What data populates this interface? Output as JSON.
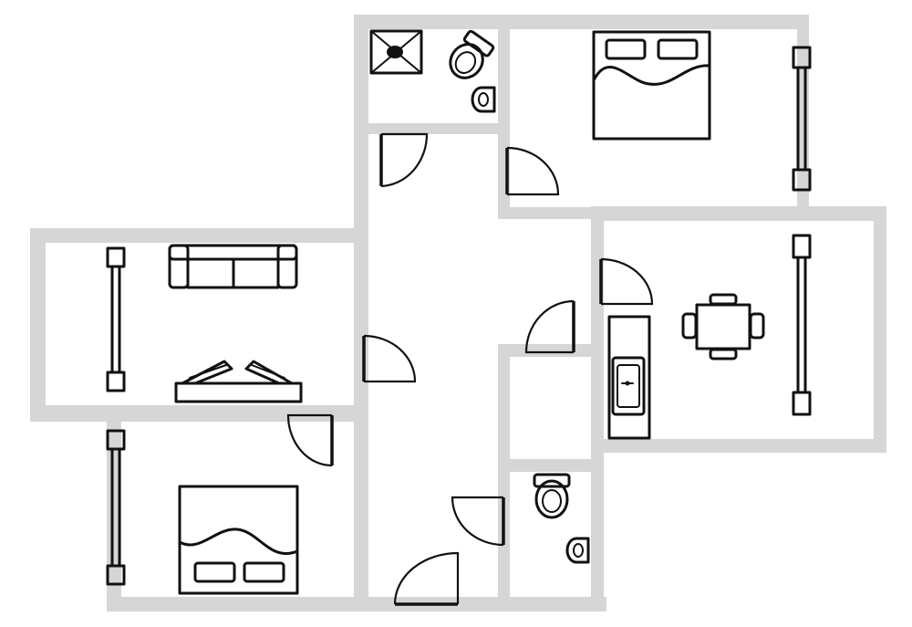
{
  "plan": {
    "colors": {
      "wall": "#d6d6d6",
      "ink": "#111111",
      "background": "#ffffff"
    },
    "rooms": [
      "shower-room",
      "bedroom-top-right",
      "living-room",
      "bedroom-bottom-left",
      "hallway",
      "kitchen-dining",
      "storage-closet",
      "wc"
    ],
    "fixtures": [
      "shower-icon",
      "toilet-icon",
      "sink-icon",
      "double-bed-icon",
      "sofa-icon",
      "tv-cabinet-icon",
      "dining-table-icon",
      "kitchen-counter-icon",
      "window-icon",
      "door-icon"
    ]
  }
}
